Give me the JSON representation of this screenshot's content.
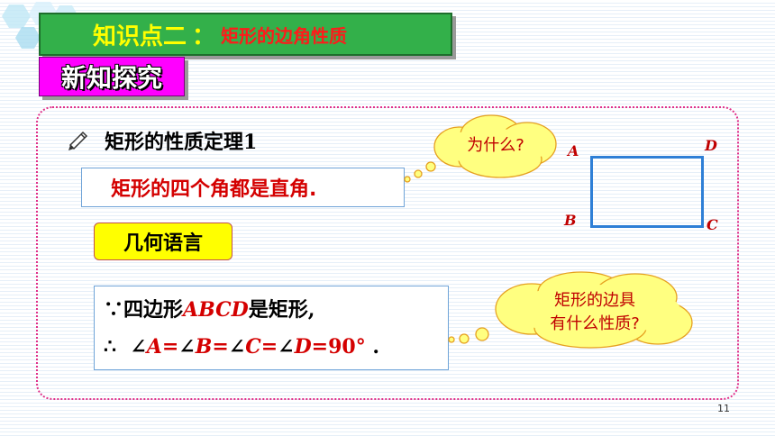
{
  "header": {
    "title_main": "知识点二",
    "title_colon": "：",
    "title_sub": "矩形的边角性质"
  },
  "section_tag": "新知探究",
  "theorem": {
    "icon": "pencil-icon",
    "title_text": "矩形的性质定理",
    "title_num": "1",
    "statement": "矩形的四个角都是直角."
  },
  "geometry_label": "几何语言",
  "proof": {
    "because": "∵",
    "line1_a": "四边形",
    "line1_abcd": "ABCD",
    "line1_b": "是矩形,",
    "therefore": "∴",
    "angle": "∠",
    "A": "A",
    "B": "B",
    "C": "C",
    "D": "D",
    "eq": "=",
    "result": "90°",
    "period": "."
  },
  "callouts": {
    "why": "为什么?",
    "edge_q_line1": "矩形的边具",
    "edge_q_line2": "有什么性质?"
  },
  "figure": {
    "A": "A",
    "B": "B",
    "C": "C",
    "D": "D"
  },
  "page_number": "11",
  "colors": {
    "title_bg": "#33b04a",
    "title_yellow": "#ffff00",
    "title_red": "#ff1a1a",
    "tag_bg": "#ff00ff",
    "panel_border": "#e0308a",
    "cloud_fill": "#ffff80",
    "rect_stroke": "#2e7fd6"
  }
}
